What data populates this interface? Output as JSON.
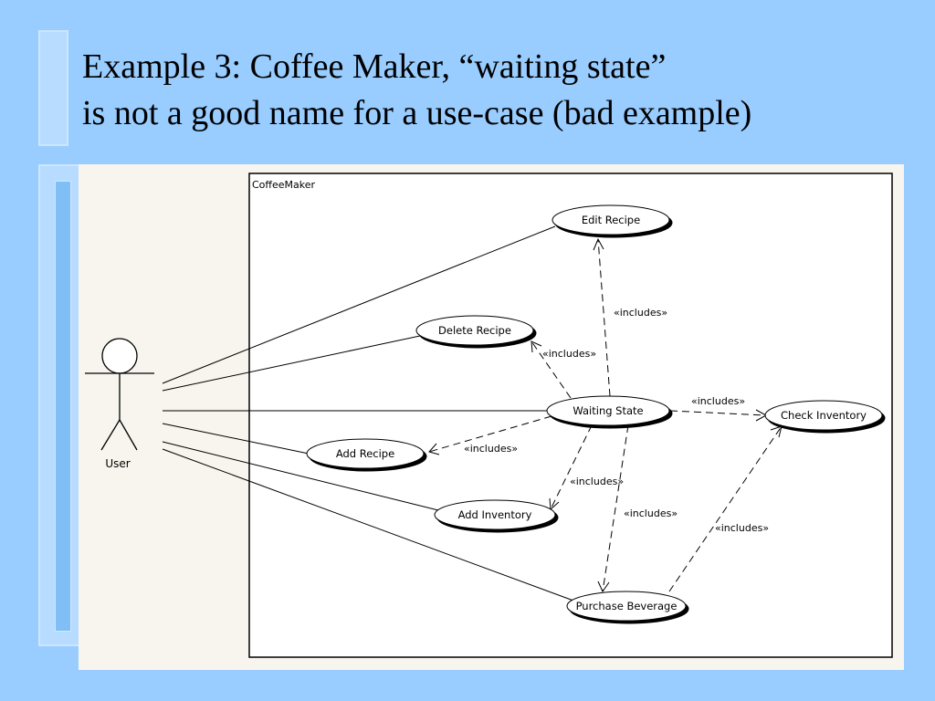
{
  "slide": {
    "title_line1": "Example 3: Coffee Maker,  “waiting state”",
    "title_line2": " is not a good name for a use-case (bad example)"
  },
  "diagram": {
    "system_name": "CoffeeMaker",
    "actor": {
      "name": "User"
    },
    "use_cases": {
      "edit_recipe": "Edit Recipe",
      "delete_recipe": "Delete Recipe",
      "waiting_state": "Waiting State",
      "check_inventory": "Check Inventory",
      "add_recipe": "Add Recipe",
      "add_inventory": "Add Inventory",
      "purchase_beverage": "Purchase Beverage"
    },
    "include_label": "«includes»"
  },
  "colors": {
    "background": "#99ccff",
    "panel": "#f7f5ee",
    "accent_bar": "#b8dcff"
  }
}
